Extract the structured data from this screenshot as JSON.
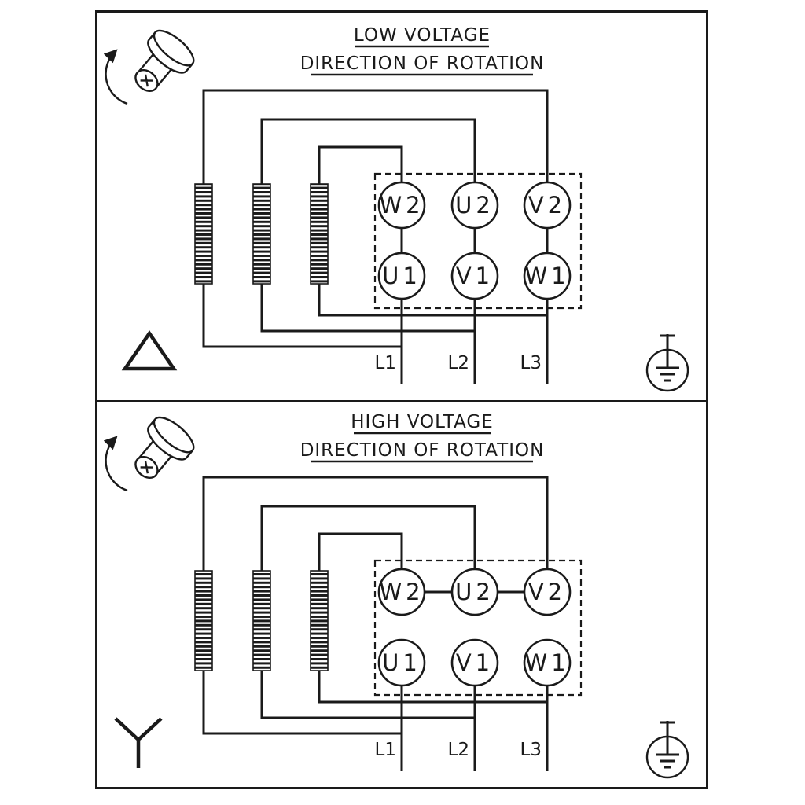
{
  "colors": {
    "line": "#1a1a1a",
    "background": "#ffffff"
  },
  "panels": [
    {
      "name": "low-voltage",
      "title": "LOW VOLTAGE",
      "subtitle": "DIRECTION OF ROTATION",
      "connection": "delta",
      "terminals": {
        "top_row": [
          "W2",
          "U2",
          "V2"
        ],
        "bottom_row": [
          "U1",
          "V1",
          "W1"
        ]
      },
      "supply_lines": [
        "L1",
        "L2",
        "L3"
      ]
    },
    {
      "name": "high-voltage",
      "title": "HIGH VOLTAGE",
      "subtitle": "DIRECTION OF ROTATION",
      "connection": "star",
      "terminals": {
        "top_row": [
          "W2",
          "U2",
          "V2"
        ],
        "bottom_row": [
          "U1",
          "V1",
          "W1"
        ]
      },
      "supply_lines": [
        "L1",
        "L2",
        "L3"
      ]
    }
  ],
  "icons": {
    "rotation": "shaft-rotation-icon",
    "ground": "ground-icon",
    "delta": "delta-connection-icon",
    "star": "star-connection-icon"
  }
}
